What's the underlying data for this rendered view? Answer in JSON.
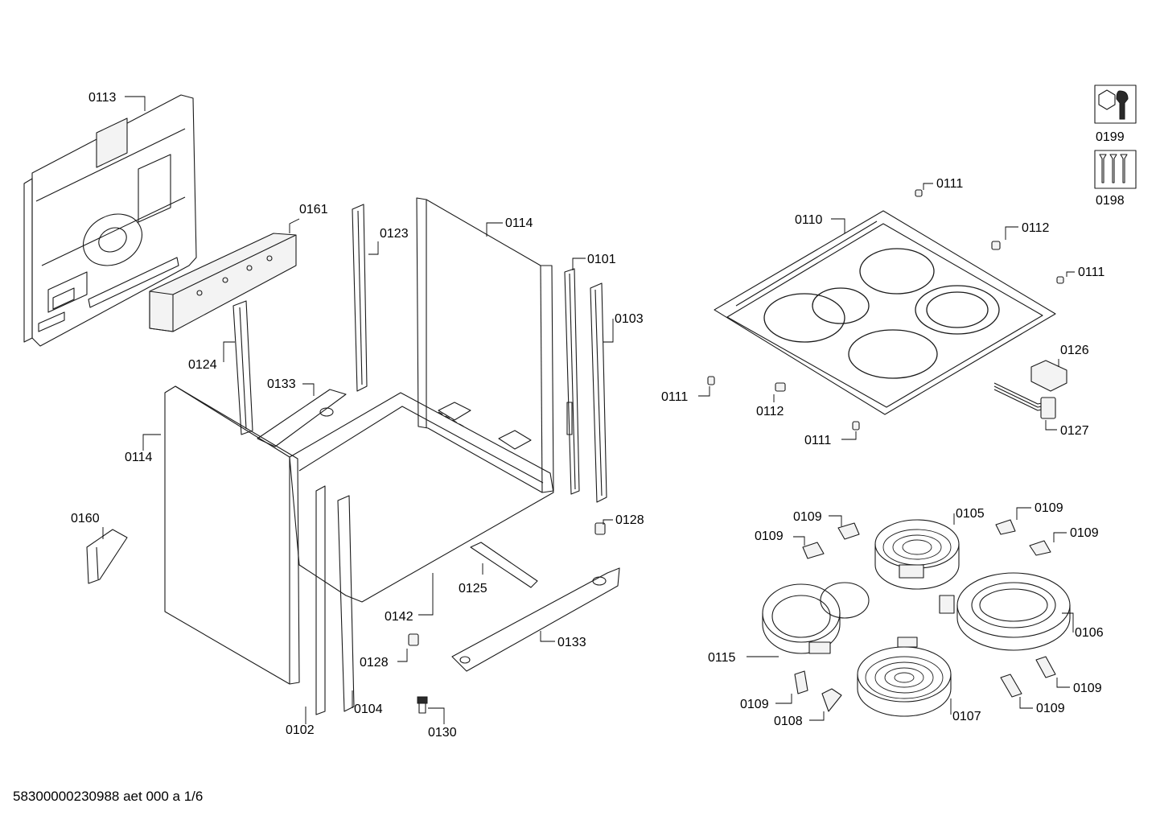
{
  "document_id": "58300000230988 aet 000 a 1/6",
  "icons": [
    {
      "id": "tool",
      "label": "0199",
      "icon": "wrench-icon"
    },
    {
      "id": "screws",
      "label": "0198",
      "icon": "screws-icon"
    }
  ],
  "labels": [
    {
      "id": "0113",
      "text": "0113"
    },
    {
      "id": "0161",
      "text": "0161"
    },
    {
      "id": "0123",
      "text": "0123"
    },
    {
      "id": "0114a",
      "text": "0114"
    },
    {
      "id": "0101",
      "text": "0101"
    },
    {
      "id": "0103",
      "text": "0103"
    },
    {
      "id": "0124",
      "text": "0124"
    },
    {
      "id": "0133a",
      "text": "0133"
    },
    {
      "id": "0114b",
      "text": "0114"
    },
    {
      "id": "0160",
      "text": "0160"
    },
    {
      "id": "0128a",
      "text": "0128"
    },
    {
      "id": "0125",
      "text": "0125"
    },
    {
      "id": "0142",
      "text": "0142"
    },
    {
      "id": "0133b",
      "text": "0133"
    },
    {
      "id": "0128b",
      "text": "0128"
    },
    {
      "id": "0104",
      "text": "0104"
    },
    {
      "id": "0102",
      "text": "0102"
    },
    {
      "id": "0130",
      "text": "0130"
    },
    {
      "id": "0111a",
      "text": "0111"
    },
    {
      "id": "0110",
      "text": "0110"
    },
    {
      "id": "0112a",
      "text": "0112"
    },
    {
      "id": "0111b",
      "text": "0111"
    },
    {
      "id": "0126",
      "text": "0126"
    },
    {
      "id": "0111c",
      "text": "0111"
    },
    {
      "id": "0112b",
      "text": "0112"
    },
    {
      "id": "0127",
      "text": "0127"
    },
    {
      "id": "0111d",
      "text": "0111"
    },
    {
      "id": "0109a",
      "text": "0109"
    },
    {
      "id": "0105",
      "text": "0105"
    },
    {
      "id": "0109b",
      "text": "0109"
    },
    {
      "id": "0109c",
      "text": "0109"
    },
    {
      "id": "0109d",
      "text": "0109"
    },
    {
      "id": "0106",
      "text": "0106"
    },
    {
      "id": "0115",
      "text": "0115"
    },
    {
      "id": "0109e",
      "text": "0109"
    },
    {
      "id": "0109f",
      "text": "0109"
    },
    {
      "id": "0109g",
      "text": "0109"
    },
    {
      "id": "0109h",
      "text": "0109"
    },
    {
      "id": "0108",
      "text": "0108"
    },
    {
      "id": "0107",
      "text": "0107"
    }
  ]
}
